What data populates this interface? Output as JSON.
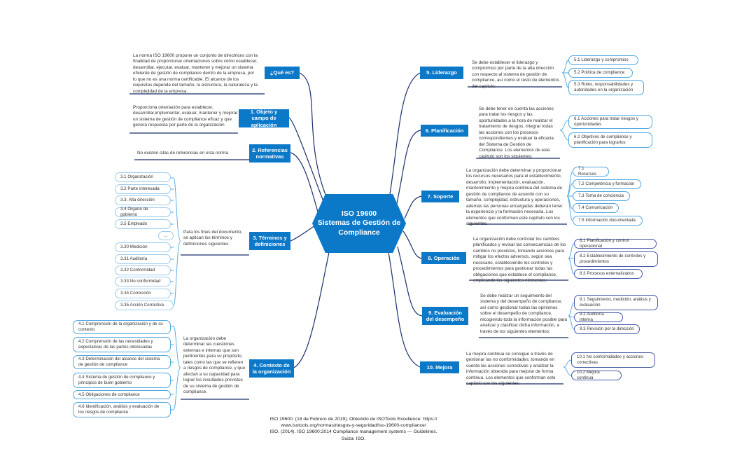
{
  "central": {
    "line1": "ISO 19600",
    "line2": "Sistemas de Gestión de",
    "line3": "Compliance"
  },
  "left": {
    "que_es": {
      "title": "¿Qué es?",
      "desc": "La norma ISO 19600 propone un conjunto de directrices con la finalidad de proporcionar orientaciones sobre cómo establecer, desarrollar, ejecutar, evaluar, mantener y mejorar un sistema eficiente de gestión de compliance dentro de la empresa, por lo que no es una norma certificable. El alcance de los requisitos depende del tamaño, la estructura, la naturaleza y la complejidad de la empresa."
    },
    "objeto": {
      "title": "1. Objeto y campo de aplicación",
      "desc": "Proporciona orientación para establecer, desarrollar,implementar, evaluar, mantener y mejorar un sistema de gestión de compliance eficaz y que genera respuesta por parte de la organización"
    },
    "referencias": {
      "title": "2. Referencias normativas",
      "desc": "No existen citas de referencias en esta norma"
    },
    "terminos": {
      "title": "3. Términos y definiciones",
      "desc": "Para los fines del documento, se aplican los términos y definiciones siguientes:",
      "items": [
        "3.1 Organización",
        "3.2 Parte interesada",
        "3.3. Alta dirección",
        "3.4 Órgano de gobierno",
        "3.5 Empleado",
        "...",
        "3.30 Medición",
        "3.31 Auditoría",
        "3.32 Conformidad",
        "3.33 No conformidad",
        "3.34 Corrección",
        "3.35 Acción Correctiva"
      ]
    },
    "contexto": {
      "title": "4. Contexto de la organización",
      "desc": "La organización debe determinar las cuestiones externas e internas que son pertinentes para su propósito, tales como las que se refieren a riesgos de compliance, y que afectan a su capacidad para lograr los resultados previstos de su sistema de gestión de compliance.",
      "items": [
        "4.1 Comprensión de la organización y de su contexto",
        "4.2 Comprensión de las necesidades y expectativas de las partes interesadas",
        "4.3 Determinación del alcance del sistema de gestión de compliance",
        "4.4 Sistema de gestión de compliance y principios de buen gobierno",
        "4.5 Obligaciones de compliance",
        "4.6 Identificación, análisis y evaluación de los riesgos de compliance"
      ]
    }
  },
  "right": {
    "liderazgo": {
      "title": "5. Liderazgo",
      "desc": "Se debe establecer el liderazgo y compromiso por parte de la alta dirección con respecto al sistema de gestión de compliance, así como el resto de elementos del capítulo:",
      "items": [
        "5.1 Liderazgo y compromiso",
        "5.2 Política de compliance",
        "5.3 Roles, responsabilidades y autoridades en la organización"
      ]
    },
    "planificacion": {
      "title": "6. Planificación",
      "desc": "Se debe tener en cuenta las acciones para tratar los riesgos y las oportunidades a la hora de realizar el tratamiento de riesgos, integrar todas las acciones con los procesos correspondientes y evaluar la eficacia del Sistema de Gestión de Compliance. Los elementos de este capítulo son los siguientes:",
      "items": [
        "6.1 Acciones para tratar riesgos y oportunidades",
        "6.2 Objetivos de compliance y planificación para lograrlos"
      ]
    },
    "soporte": {
      "title": "7. Soporte",
      "desc": "La organización debe determinar y proporcionar los recursos necesarios para el establecimiento, desarrollo, implementación, evaluación, mantenimiento y mejora continua del sistema de gestión de compliance de acuerdo con su tamaño, complejidad, estructura y operaciones, además las personas encargadas deberán tener la experiencia y la formación necesaria. Los elementos que conforman este capítulo son los siguientes:",
      "items": [
        "7.1 Recursos",
        "7.2 Competencia y formación",
        "7.3 Toma de conciencia",
        "7.4 Comunicación",
        "7.5 Información documentada"
      ]
    },
    "operacion": {
      "title": "8. Operación",
      "desc": "La organización debe controlar los cambios planificados y revisar las consecuencias de los cambios no previstos, tomando acciones para mitigar los efectos adversos, según sea necesario, estableciendo los controles y procedimientos para gestionar todas las obligaciones que establece el compliance, empleando los siguientes elementos:",
      "items": [
        "8.1 Planificación y control operacional",
        "8.2 Establecimiento de controles y procedimientos",
        "8.3 Procesos externalizados"
      ]
    },
    "evaluacion": {
      "title": "9. Evaluación del desempeño",
      "desc": "Se debe realizar un seguimiento del sistema y del desempeño de compliance, así como gestionar todas las opiniones sobre el desempeño de compliance, recogiendo toda la información posible para analizar y clasificar dicha información, a través de los siguientes elementos:",
      "items": [
        "9.1 Seguimiento, medición, análisis y evaluación",
        "9.2 Auditoría interna",
        "9.3 Revisión por la dirección"
      ]
    },
    "mejora": {
      "title": "10. Mejora",
      "desc": "La mejora continua se consigue a través de gestionar las no conformidades, tomando en cuenta las acciones correctivas y analizar la información obtenida para mejorar de forma continua. Los elementos que conforman este capítulo son los siguientes:",
      "items": [
        "10.1 No conformidades y acciones correctivas",
        "10.2 Mejora continua"
      ]
    }
  },
  "source": {
    "line1": "ISO 19600. (18 de Febrero de 2019). Obtenido de ISOTools Excellence: https://",
    "line2": "www.isotools.org/normas/riesgos-y-seguridad/iso-19600-compliance/",
    "line3": "ISO. (2014). ISO 19600:2014 Compliance management systems — Guidelines.",
    "line4": "Suiza: ISO."
  },
  "colors": {
    "topic": "#0b78c8",
    "branch": "#1b2f6b",
    "pill_border": "#4fa8e0"
  }
}
